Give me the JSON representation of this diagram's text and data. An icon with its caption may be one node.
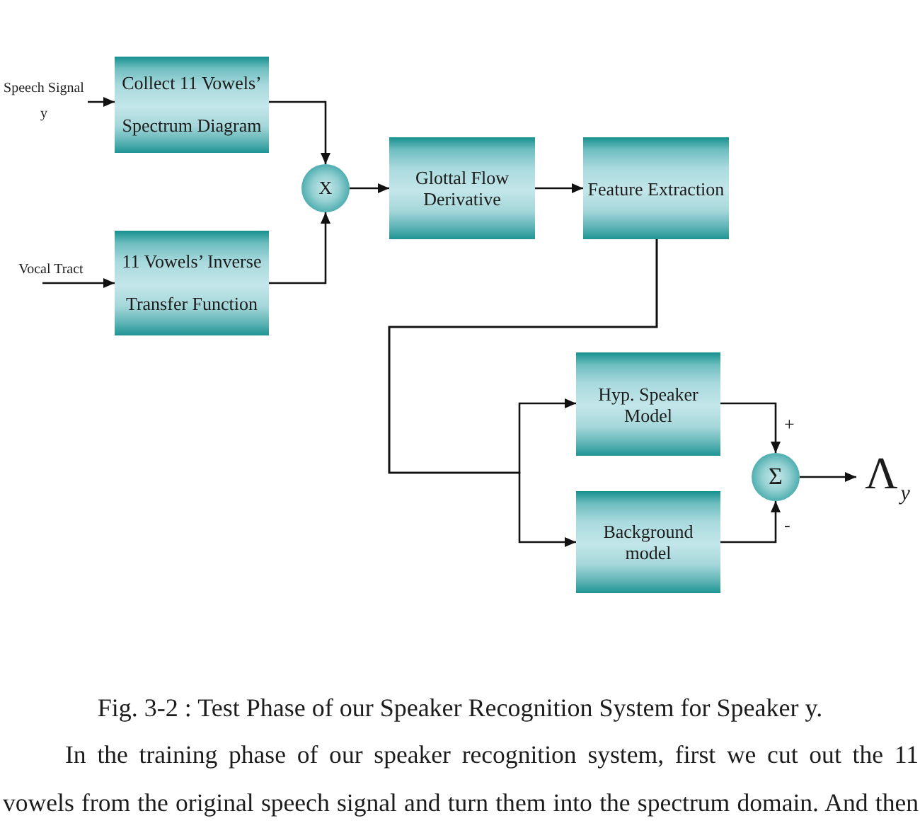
{
  "diagram": {
    "caption": "Fig. 3-2 : Test Phase of our Speaker Recognition System for Speaker y.",
    "nodes": [
      {
        "text": [
          "Speech Signal y"
        ]
      },
      {
        "text": [
          "Collect 11 Vowels’ Spectrum Diagram"
        ]
      },
      {
        "text": [
          "Vocal Tract"
        ]
      },
      {
        "text": [
          "11 Vowels’ Inverse Transfer Function"
        ]
      },
      {
        "text": [
          "X"
        ]
      },
      {
        "text": [
          "Glottal Flow Derivative"
        ]
      },
      {
        "text": [
          "Feature Extraction"
        ]
      },
      {
        "text": [
          "Hyp. Speaker Model"
        ]
      },
      {
        "text": [
          "Background model"
        ]
      },
      {
        "text": [
          "Σ"
        ]
      },
      {
        "text": [
          "Λ$_{y}$"
        ]
      }
    ],
    "edges": [
      {
        "from": 0,
        "to": 1,
        "arrow": "to"
      },
      {
        "from": 2,
        "to": 3,
        "arrow": "to"
      },
      {
        "from": 1,
        "to": 4,
        "arrow": "to"
      },
      {
        "from": 3,
        "to": 4,
        "arrow": "to"
      },
      {
        "from": 4,
        "to": 5,
        "arrow": "to"
      },
      {
        "from": 5,
        "to": 6,
        "arrow": "to"
      },
      {
        "from": 6,
        "to": 7,
        "arrow": "to"
      },
      {
        "from": 6,
        "to": 8,
        "arrow": "to"
      },
      {
        "from": 7,
        "to": 9,
        "label": "+",
        "arrow": "to"
      },
      {
        "from": 8,
        "to": 9,
        "label": "-",
        "arrow": "to"
      },
      {
        "from": 9,
        "to": 10,
        "arrow": "to"
      }
    ],
    "labels": [
      "In the training phase of our speaker recognition system, first we cut out the 11 vowels from the original speech signal and turn them into the spectrum domain. And then"
    ]
  }
}
